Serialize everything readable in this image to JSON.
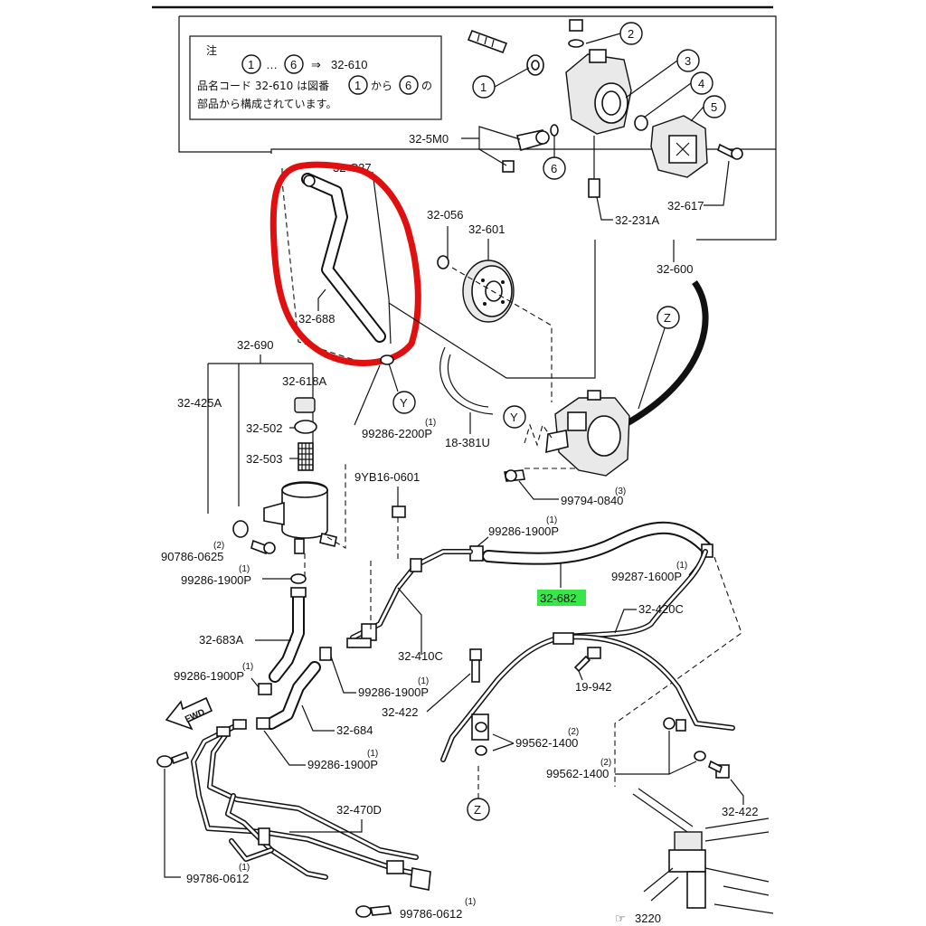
{
  "note": {
    "title": "注",
    "range_from": "1",
    "range_sep": "…",
    "range_to": "6",
    "arrow": "⇒",
    "range_code": "32-610",
    "line2_a": "品名コード 32-610 は図番",
    "line2_from": "1",
    "line2_b": "から",
    "line2_to": "6",
    "line2_c": "の",
    "line3": "部品から構成されています。"
  },
  "callouts": [
    "1",
    "2",
    "3",
    "4",
    "5",
    "6"
  ],
  "labels": {
    "p32_5m0": "32-5M0",
    "p32_c27": "32-C27",
    "p32_688": "32-688",
    "p32_617": "32-617",
    "p32_231a": "32-231A",
    "p32_600": "32-600",
    "p32_056": "32-056",
    "p32_601": "32-601",
    "p32_690": "32-690",
    "p32_618a": "32-618A",
    "p32_425a": "32-425A",
    "p32_502": "32-502",
    "p32_503": "32-503",
    "p99286_2200p": "99286-2200P",
    "p99286_2200p_qty": "(1)",
    "p18_381u": "18-381U",
    "p99794_0840": "99794-0840",
    "p99794_0840_qty": "(3)",
    "p9yb16_0601": "9YB16-0601",
    "p90786_0625": "90786-0625",
    "p90786_0625_qty": "(2)",
    "p99286_1900p_a": "99286-1900P",
    "p99286_1900p_a_qty": "(1)",
    "p99286_1900p_b": "99286-1900P",
    "p99286_1900p_b_qty": "(1)",
    "p99287_1600p": "99287-1600P",
    "p99287_1600p_qty": "(1)",
    "p32_682": "32-682",
    "p32_420c": "32-420C",
    "p32_683a": "32-683A",
    "p32_410c": "32-410C",
    "p99286_1900p_c": "99286-1900P",
    "p99286_1900p_c_qty": "(1)",
    "p99286_1900p_d": "99286-1900P",
    "p99286_1900p_d_qty": "(1)",
    "p19_942": "19-942",
    "p32_422_a": "32-422",
    "p32_684": "32-684",
    "p99562_1400_a": "99562-1400",
    "p99562_1400_a_qty": "(2)",
    "p99562_1400_b": "99562-1400",
    "p99562_1400_b_qty": "(2)",
    "p99286_1900p_e": "99286-1900P",
    "p99286_1900p_e_qty": "(1)",
    "p32_422_b": "32-422",
    "p32_470d": "32-470D",
    "p99786_0612_a": "99786-0612",
    "p99786_0612_a_qty": "(1)",
    "p99786_0612_b": "99786-0612",
    "p99786_0612_b_qty": "(1)",
    "p3220": "3220",
    "fwd": "FWD"
  },
  "markers": {
    "z": "Z",
    "y": "Y"
  },
  "colors": {
    "highlight": "#39e64a",
    "annotation": "#e01010",
    "ink": "#111111"
  }
}
